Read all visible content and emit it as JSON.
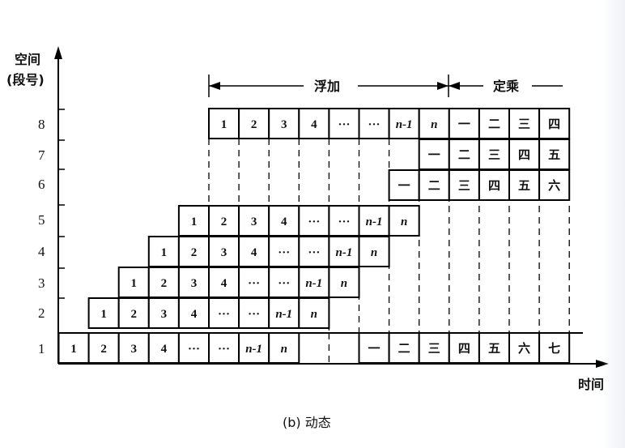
{
  "y_axis_label": "空间",
  "y_axis_unit": "(段号)",
  "x_axis_label": "时间",
  "phase_float_label": "浮加",
  "phase_fixed_label": "定乘",
  "caption": "(b) 动态",
  "row_labels": [
    "1",
    "2",
    "3",
    "4",
    "5",
    "6",
    "7",
    "8"
  ],
  "rows": [
    {
      "row": "8",
      "start": 0,
      "bottom_dashes": [
        0,
        1,
        2,
        3,
        4,
        5,
        6
      ],
      "cells": [
        "1",
        "2",
        "3",
        "4",
        "···",
        "···",
        "n-1",
        "n",
        "一",
        "二",
        "三",
        "四"
      ]
    },
    {
      "row": "7",
      "start": 7,
      "bottom_dashes": [],
      "cells": [
        "一",
        "二",
        "三",
        "四",
        "五"
      ]
    },
    {
      "row": "6",
      "start": 6,
      "bottom_dashes": [],
      "cells": [
        "一",
        "二",
        "三",
        "四",
        "五",
        "六"
      ]
    },
    {
      "row": "5",
      "start": -1,
      "bottom_dashes": [
        0,
        1,
        2,
        3,
        4,
        5,
        6,
        7
      ],
      "cells": [
        "1",
        "2",
        "3",
        "4",
        "···",
        "···",
        "n-1",
        "n"
      ]
    },
    {
      "row": "4",
      "start": -2,
      "bottom_dashes": [],
      "cells": [
        "1",
        "2",
        "3",
        "4",
        "···",
        "···",
        "n-1",
        "n"
      ]
    },
    {
      "row": "3",
      "start": -3,
      "bottom_dashes": [],
      "cells": [
        "1",
        "2",
        "3",
        "4",
        "···",
        "···",
        "n-1",
        "n"
      ]
    },
    {
      "row": "2",
      "start": -4,
      "bottom_dashes": [],
      "cells": [
        "1",
        "2",
        "3",
        "4",
        "···",
        "···",
        "n-1",
        "n"
      ]
    },
    {
      "row": "1a",
      "start": -5,
      "bottom_dashes": [],
      "cells": [
        "1",
        "2",
        "3",
        "4",
        "···",
        "···",
        "n-1",
        "n"
      ]
    },
    {
      "row": "1b",
      "start": 5,
      "bottom_dashes": [],
      "cells": [
        "一",
        "二",
        "三",
        "四",
        "五",
        "六",
        "七"
      ]
    }
  ]
}
